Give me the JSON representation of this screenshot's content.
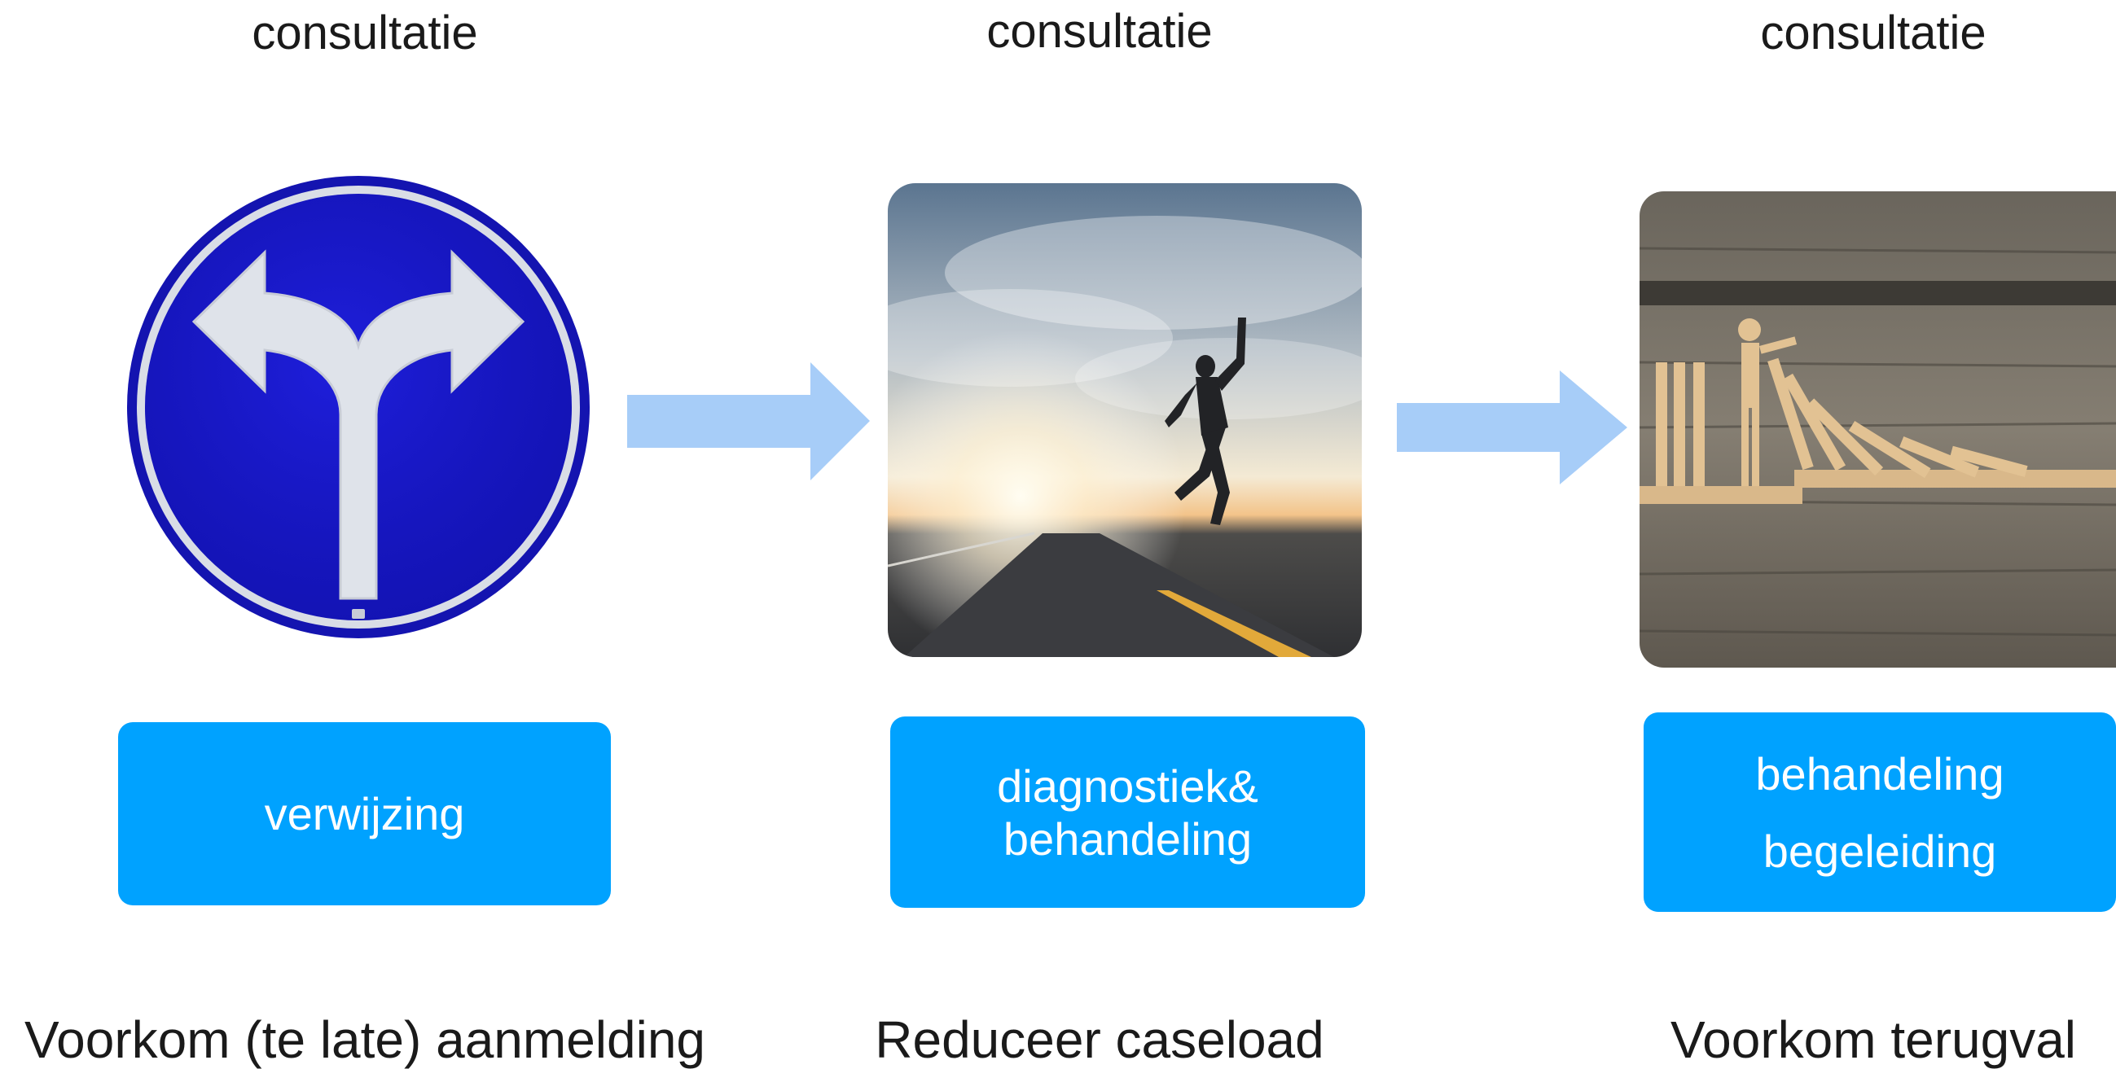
{
  "stages": [
    {
      "top_label": "consultatie",
      "box_lines": [
        "verwijzing"
      ],
      "bottom_label": "Voorkom (te late) aanmelding",
      "image": "road-sign-fork-icon"
    },
    {
      "top_label": "consultatie",
      "box_lines": [
        "diagnostiek&",
        "behandeling"
      ],
      "bottom_label": "Reduceer caseload",
      "image": "runner-on-road-photo"
    },
    {
      "top_label": "consultatie",
      "box_lines": [
        "behandeling",
        "begeleiding"
      ],
      "bottom_label": "Voorkom terugval",
      "image": "falling-dominoes-photo"
    }
  ],
  "colors": {
    "box": "#00a2ff",
    "arrow": "#a7cdf8",
    "sign_blue": "#1818c8",
    "text": "#1a1a1a"
  }
}
